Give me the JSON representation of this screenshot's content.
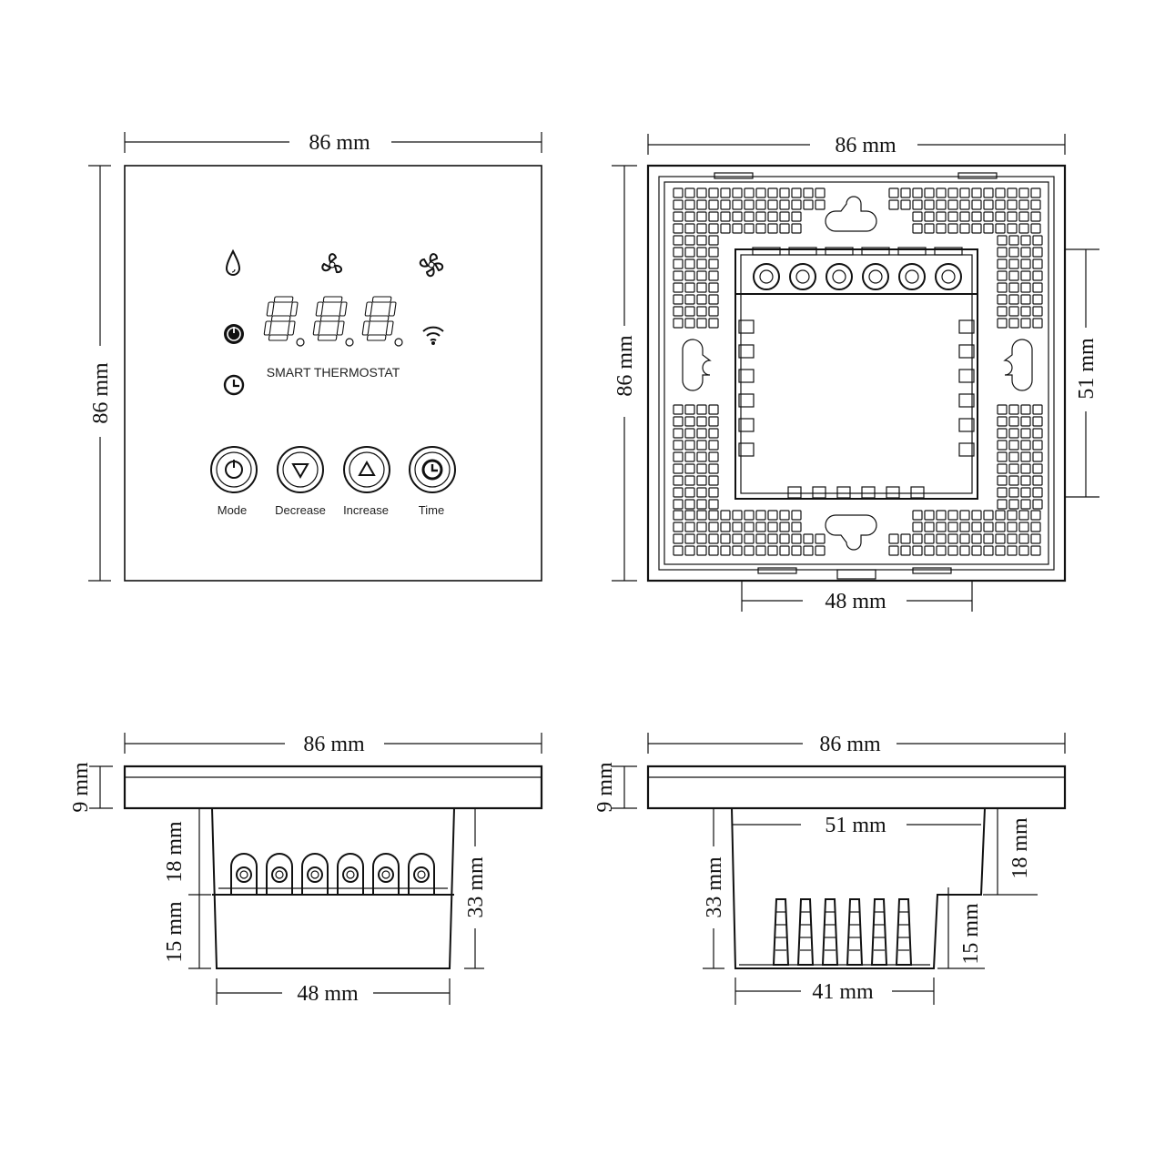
{
  "front_view": {
    "width_dim": "86 mm",
    "height_dim": "86 mm",
    "label": "SMART THERMOSTAT",
    "buttons": [
      {
        "label": "Mode",
        "icon": "power-icon"
      },
      {
        "label": "Decrease",
        "icon": "triangle-down-icon"
      },
      {
        "label": "Increase",
        "icon": "triangle-up-icon"
      },
      {
        "label": "Time",
        "icon": "clock-icon"
      }
    ],
    "indicators": [
      "water-drop-icon",
      "fan-low-icon",
      "fan-high-icon",
      "power-indicator-icon",
      "clock-indicator-icon",
      "wifi-icon"
    ],
    "display_digits": 3
  },
  "back_view": {
    "width_dim": "86 mm",
    "height_dim": "86 mm",
    "box_height_dim": "51 mm",
    "box_width_dim": "48 mm",
    "terminal_count": 6
  },
  "side_view_terminals": {
    "width_dim": "86 mm",
    "plate_dim": "9 mm",
    "upper_dim": "18 mm",
    "lower_dim": "15 mm",
    "total_dim": "33 mm",
    "base_dim": "48 mm",
    "terminal_count": 6
  },
  "side_view_profile": {
    "width_dim": "86 mm",
    "plate_dim": "9 mm",
    "inner_dim": "51 mm",
    "total_dim": "33 mm",
    "upper_dim": "18 mm",
    "lower_dim": "15 mm",
    "base_dim": "41 mm",
    "pin_count": 6
  }
}
